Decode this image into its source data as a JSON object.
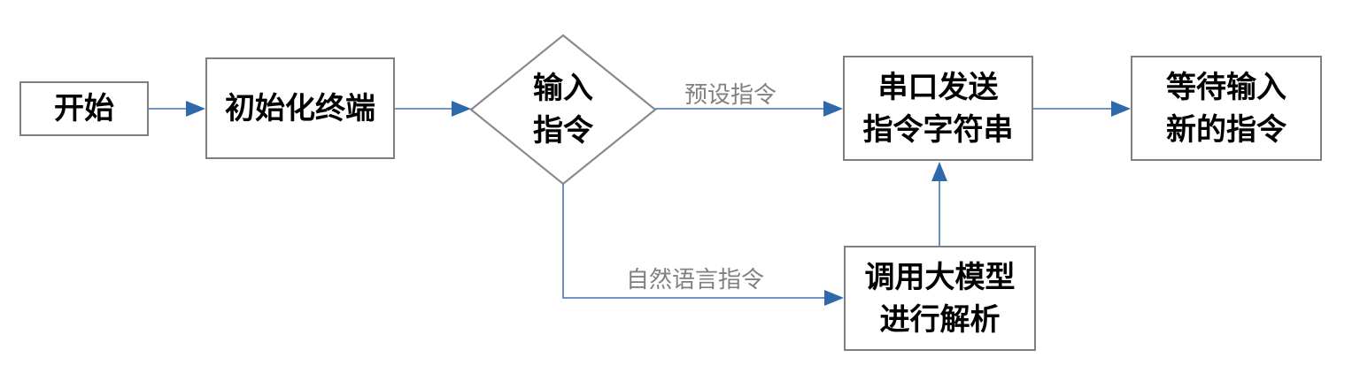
{
  "diagram": {
    "colors": {
      "background": "#ffffff",
      "box_border": "#7f7f7f",
      "box_fill": "#ffffff",
      "box_text": "#000000",
      "arrow_line": "#5b84bd",
      "arrow_head": "#2e69ac",
      "edge_label_text": "#808080"
    },
    "nodes": {
      "start": {
        "type": "rect",
        "line1": "开始"
      },
      "init": {
        "type": "rect",
        "line1": "初始化终端"
      },
      "input": {
        "type": "diamond",
        "line1": "输入",
        "line2": "指令"
      },
      "serial": {
        "type": "rect",
        "line1": "串口发送",
        "line2": "指令字符串"
      },
      "wait": {
        "type": "rect",
        "line1": "等待输入",
        "line2": "新的指令"
      },
      "model": {
        "type": "rect",
        "line1": "调用大模型",
        "line2": "进行解析"
      }
    },
    "edge_labels": {
      "preset": "预设指令",
      "natural": "自然语言指令"
    }
  }
}
